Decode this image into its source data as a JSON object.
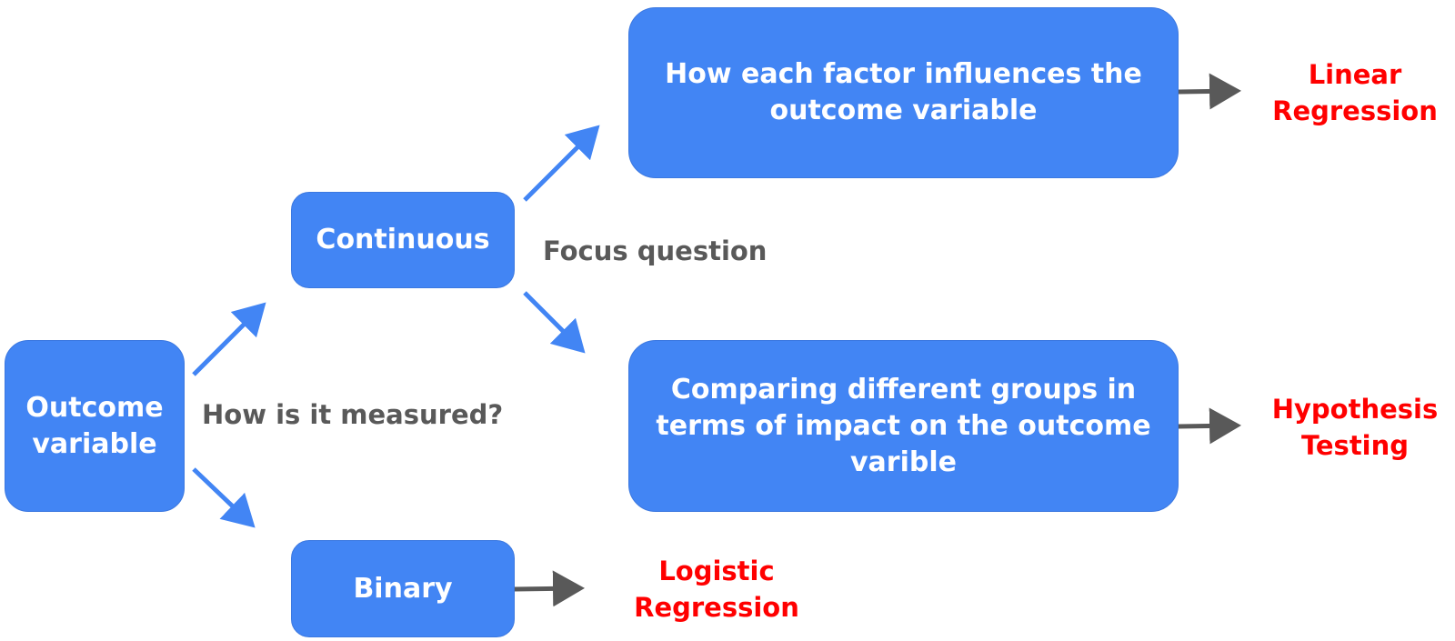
{
  "nodes": {
    "outcome_variable": {
      "line1": "Outcome",
      "line2": "variable"
    },
    "continuous": {
      "text": "Continuous"
    },
    "binary": {
      "text": "Binary"
    },
    "focus_influence": {
      "line1": "How each factor influences the",
      "line2": "outcome variable"
    },
    "focus_compare": {
      "line1": "Comparing different groups in",
      "line2": "terms of impact on the outcome",
      "line3": "varible"
    }
  },
  "labels": {
    "measure_question": "How is it measured?",
    "focus_question": "Focus question"
  },
  "results": {
    "linear": {
      "line1": "Linear",
      "line2": "Regression"
    },
    "hypothesis": {
      "line1": "Hypothesis",
      "line2": "Testing"
    },
    "logistic": {
      "line1": "Logistic",
      "line2": "Regression"
    }
  },
  "colors": {
    "box_fill": "#4285f4",
    "blue_arrow": "#4285f4",
    "gray_arrow": "#595959",
    "label_text": "#595959",
    "result_text": "#ff0000"
  }
}
